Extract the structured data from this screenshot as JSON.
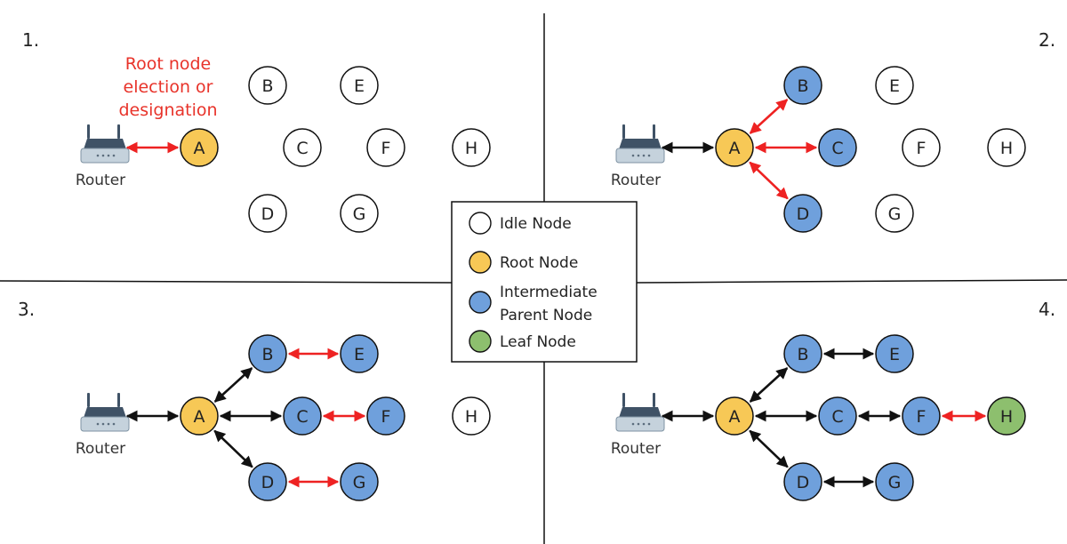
{
  "colors": {
    "idle": "#ffffff",
    "root": "#f7c856",
    "intermediate": "#6fa0dc",
    "leaf": "#8dbf6e",
    "link_new": "#ee2222",
    "link_existing": "#111111",
    "router_body": "#3f5266",
    "router_base": "#c5d2dc"
  },
  "icons": {
    "router": "router-icon"
  },
  "router_label": "Router",
  "annotation": {
    "lines": [
      "Root node",
      "election or",
      "designation"
    ]
  },
  "panels": [
    {
      "step": "1.",
      "nodes": [
        {
          "id": "A",
          "role": "root"
        },
        {
          "id": "B",
          "role": "idle"
        },
        {
          "id": "C",
          "role": "idle"
        },
        {
          "id": "D",
          "role": "idle"
        },
        {
          "id": "E",
          "role": "idle"
        },
        {
          "id": "F",
          "role": "idle"
        },
        {
          "id": "G",
          "role": "idle"
        },
        {
          "id": "H",
          "role": "idle"
        }
      ],
      "links": [
        {
          "from": "Router",
          "to": "A",
          "status": "new"
        }
      ]
    },
    {
      "step": "2.",
      "nodes": [
        {
          "id": "A",
          "role": "root"
        },
        {
          "id": "B",
          "role": "intermediate"
        },
        {
          "id": "C",
          "role": "intermediate"
        },
        {
          "id": "D",
          "role": "intermediate"
        },
        {
          "id": "E",
          "role": "idle"
        },
        {
          "id": "F",
          "role": "idle"
        },
        {
          "id": "G",
          "role": "idle"
        },
        {
          "id": "H",
          "role": "idle"
        }
      ],
      "links": [
        {
          "from": "Router",
          "to": "A",
          "status": "existing"
        },
        {
          "from": "A",
          "to": "B",
          "status": "new"
        },
        {
          "from": "A",
          "to": "C",
          "status": "new"
        },
        {
          "from": "A",
          "to": "D",
          "status": "new"
        }
      ]
    },
    {
      "step": "3.",
      "nodes": [
        {
          "id": "A",
          "role": "root"
        },
        {
          "id": "B",
          "role": "intermediate"
        },
        {
          "id": "C",
          "role": "intermediate"
        },
        {
          "id": "D",
          "role": "intermediate"
        },
        {
          "id": "E",
          "role": "intermediate"
        },
        {
          "id": "F",
          "role": "intermediate"
        },
        {
          "id": "G",
          "role": "intermediate"
        },
        {
          "id": "H",
          "role": "idle"
        }
      ],
      "links": [
        {
          "from": "Router",
          "to": "A",
          "status": "existing"
        },
        {
          "from": "A",
          "to": "B",
          "status": "existing"
        },
        {
          "from": "A",
          "to": "C",
          "status": "existing"
        },
        {
          "from": "A",
          "to": "D",
          "status": "existing"
        },
        {
          "from": "B",
          "to": "E",
          "status": "new"
        },
        {
          "from": "C",
          "to": "F",
          "status": "new"
        },
        {
          "from": "D",
          "to": "G",
          "status": "new"
        }
      ]
    },
    {
      "step": "4.",
      "nodes": [
        {
          "id": "A",
          "role": "root"
        },
        {
          "id": "B",
          "role": "intermediate"
        },
        {
          "id": "C",
          "role": "intermediate"
        },
        {
          "id": "D",
          "role": "intermediate"
        },
        {
          "id": "E",
          "role": "intermediate"
        },
        {
          "id": "F",
          "role": "intermediate"
        },
        {
          "id": "G",
          "role": "intermediate"
        },
        {
          "id": "H",
          "role": "leaf"
        }
      ],
      "links": [
        {
          "from": "Router",
          "to": "A",
          "status": "existing"
        },
        {
          "from": "A",
          "to": "B",
          "status": "existing"
        },
        {
          "from": "A",
          "to": "C",
          "status": "existing"
        },
        {
          "from": "A",
          "to": "D",
          "status": "existing"
        },
        {
          "from": "B",
          "to": "E",
          "status": "existing"
        },
        {
          "from": "C",
          "to": "F",
          "status": "existing"
        },
        {
          "from": "D",
          "to": "G",
          "status": "existing"
        },
        {
          "from": "F",
          "to": "H",
          "status": "new"
        }
      ]
    }
  ],
  "legend": {
    "items": [
      {
        "role": "idle",
        "label": "Idle Node"
      },
      {
        "role": "root",
        "label": "Root Node"
      },
      {
        "role": "intermediate",
        "label": "Intermediate\nParent Node"
      },
      {
        "role": "leaf",
        "label": "Leaf Node"
      }
    ]
  }
}
